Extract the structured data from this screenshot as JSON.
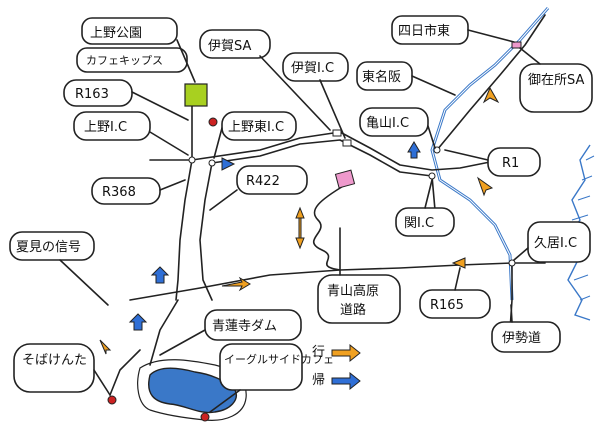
{
  "labels": {
    "ueno_park": "上野公園",
    "cafe_kippus": "カフェキップス",
    "iga_sa": "伊賀SA",
    "iga_ic": "伊賀I.C",
    "higashi_ohsaka": "東名阪",
    "yokkaichi_higashi": "四日市東",
    "gozaisho_sa": "御在所SA",
    "r163": "R163",
    "ueno_ic": "上野I.C",
    "ueno_higashi_ic": "上野東I.C",
    "kameyama_ic": "亀山I.C",
    "r1": "R1",
    "r368": "R368",
    "r422": "R422",
    "seki_ic": "関I.C",
    "hisai_ic": "久居I.C",
    "natsumi_signal": "夏見の信号",
    "aoyama_kogen": "青山高原",
    "michi": "道路",
    "r165": "R165",
    "ise_road": "伊勢道",
    "shorenji_dam": "青蓮寺ダム",
    "eagleside_cafe": "イーグルサイドカフェ",
    "soba_kentai": "そばけんた",
    "legend_go": "行",
    "legend_return": "帰"
  },
  "colors": {
    "outbound_arrow": "#f0a020",
    "return_arrow": "#2f6fd6",
    "water": "#3a78c8",
    "park": "#a8d020",
    "highland_pin": "#ee99cc"
  },
  "icons": [
    "green-park-marker",
    "pink-highland-marker",
    "red-location-dot",
    "toll-gate-icon",
    "water-lake",
    "blue-river"
  ]
}
